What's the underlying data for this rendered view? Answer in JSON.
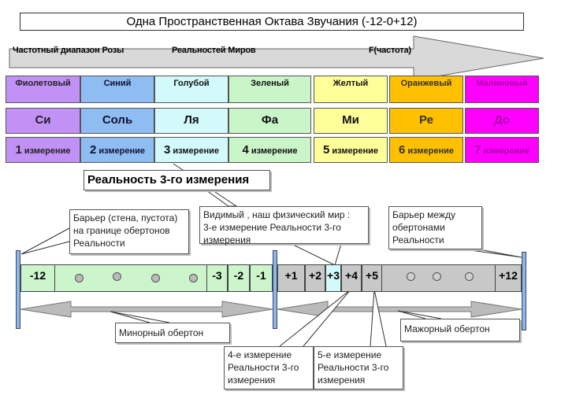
{
  "title": "Одна Пространственная Октава Звучания (-12-0+12)",
  "arrow": {
    "left": "Частотный диапазон Розы",
    "middle": "Реальностей Миров",
    "right": "F(частота)"
  },
  "colors": [
    "Фиолетовый",
    "Синий",
    "Голубой",
    "Зеленый",
    "Желтый",
    "Оранжевый",
    "Малиновый"
  ],
  "notes": [
    "Си",
    "Соль",
    "Ля",
    "Фа",
    "Ми",
    "Ре",
    "До"
  ],
  "dimensions": [
    {
      "n": "1",
      "t": "измерение"
    },
    {
      "n": "2",
      "t": "измерение"
    },
    {
      "n": "3",
      "t": "измерение"
    },
    {
      "n": "4",
      "t": "измерение"
    },
    {
      "n": "5",
      "t": "измерение"
    },
    {
      "n": "6",
      "t": "измерение"
    },
    {
      "n": "7",
      "t": "измерение"
    }
  ],
  "palette": [
    "#c191f5",
    "#8fbdf2",
    "#d3fafa",
    "#c9f5c9",
    "#ffff99",
    "#ffc000",
    "#ff00ff"
  ],
  "reality_label": "Реальность 3-го измерения",
  "callouts": {
    "barrier_left": [
      "Барьер (стена, пустота)",
      "на границе  обертонов",
      "Реальности"
    ],
    "visible": [
      "Видимый , наш физический мир :",
      "3-е измерение Реальности 3-го",
      "измерения"
    ],
    "barrier_right": [
      "Барьер между",
      "обертонами",
      "Реальности"
    ],
    "minor": "Минорный обертон",
    "major": "Мажорный обертон",
    "fourth": [
      "4-е измерение",
      "Реальности 3-го",
      "измерения"
    ],
    "fifth": [
      "5-е измерение",
      "Реальности 3-го",
      "измерения"
    ]
  },
  "scale": {
    "minus": [
      "-12",
      "-3",
      "-2",
      "-1"
    ],
    "plus": [
      "+1",
      "+2",
      "+3",
      "+4",
      "+5",
      "+12"
    ]
  }
}
